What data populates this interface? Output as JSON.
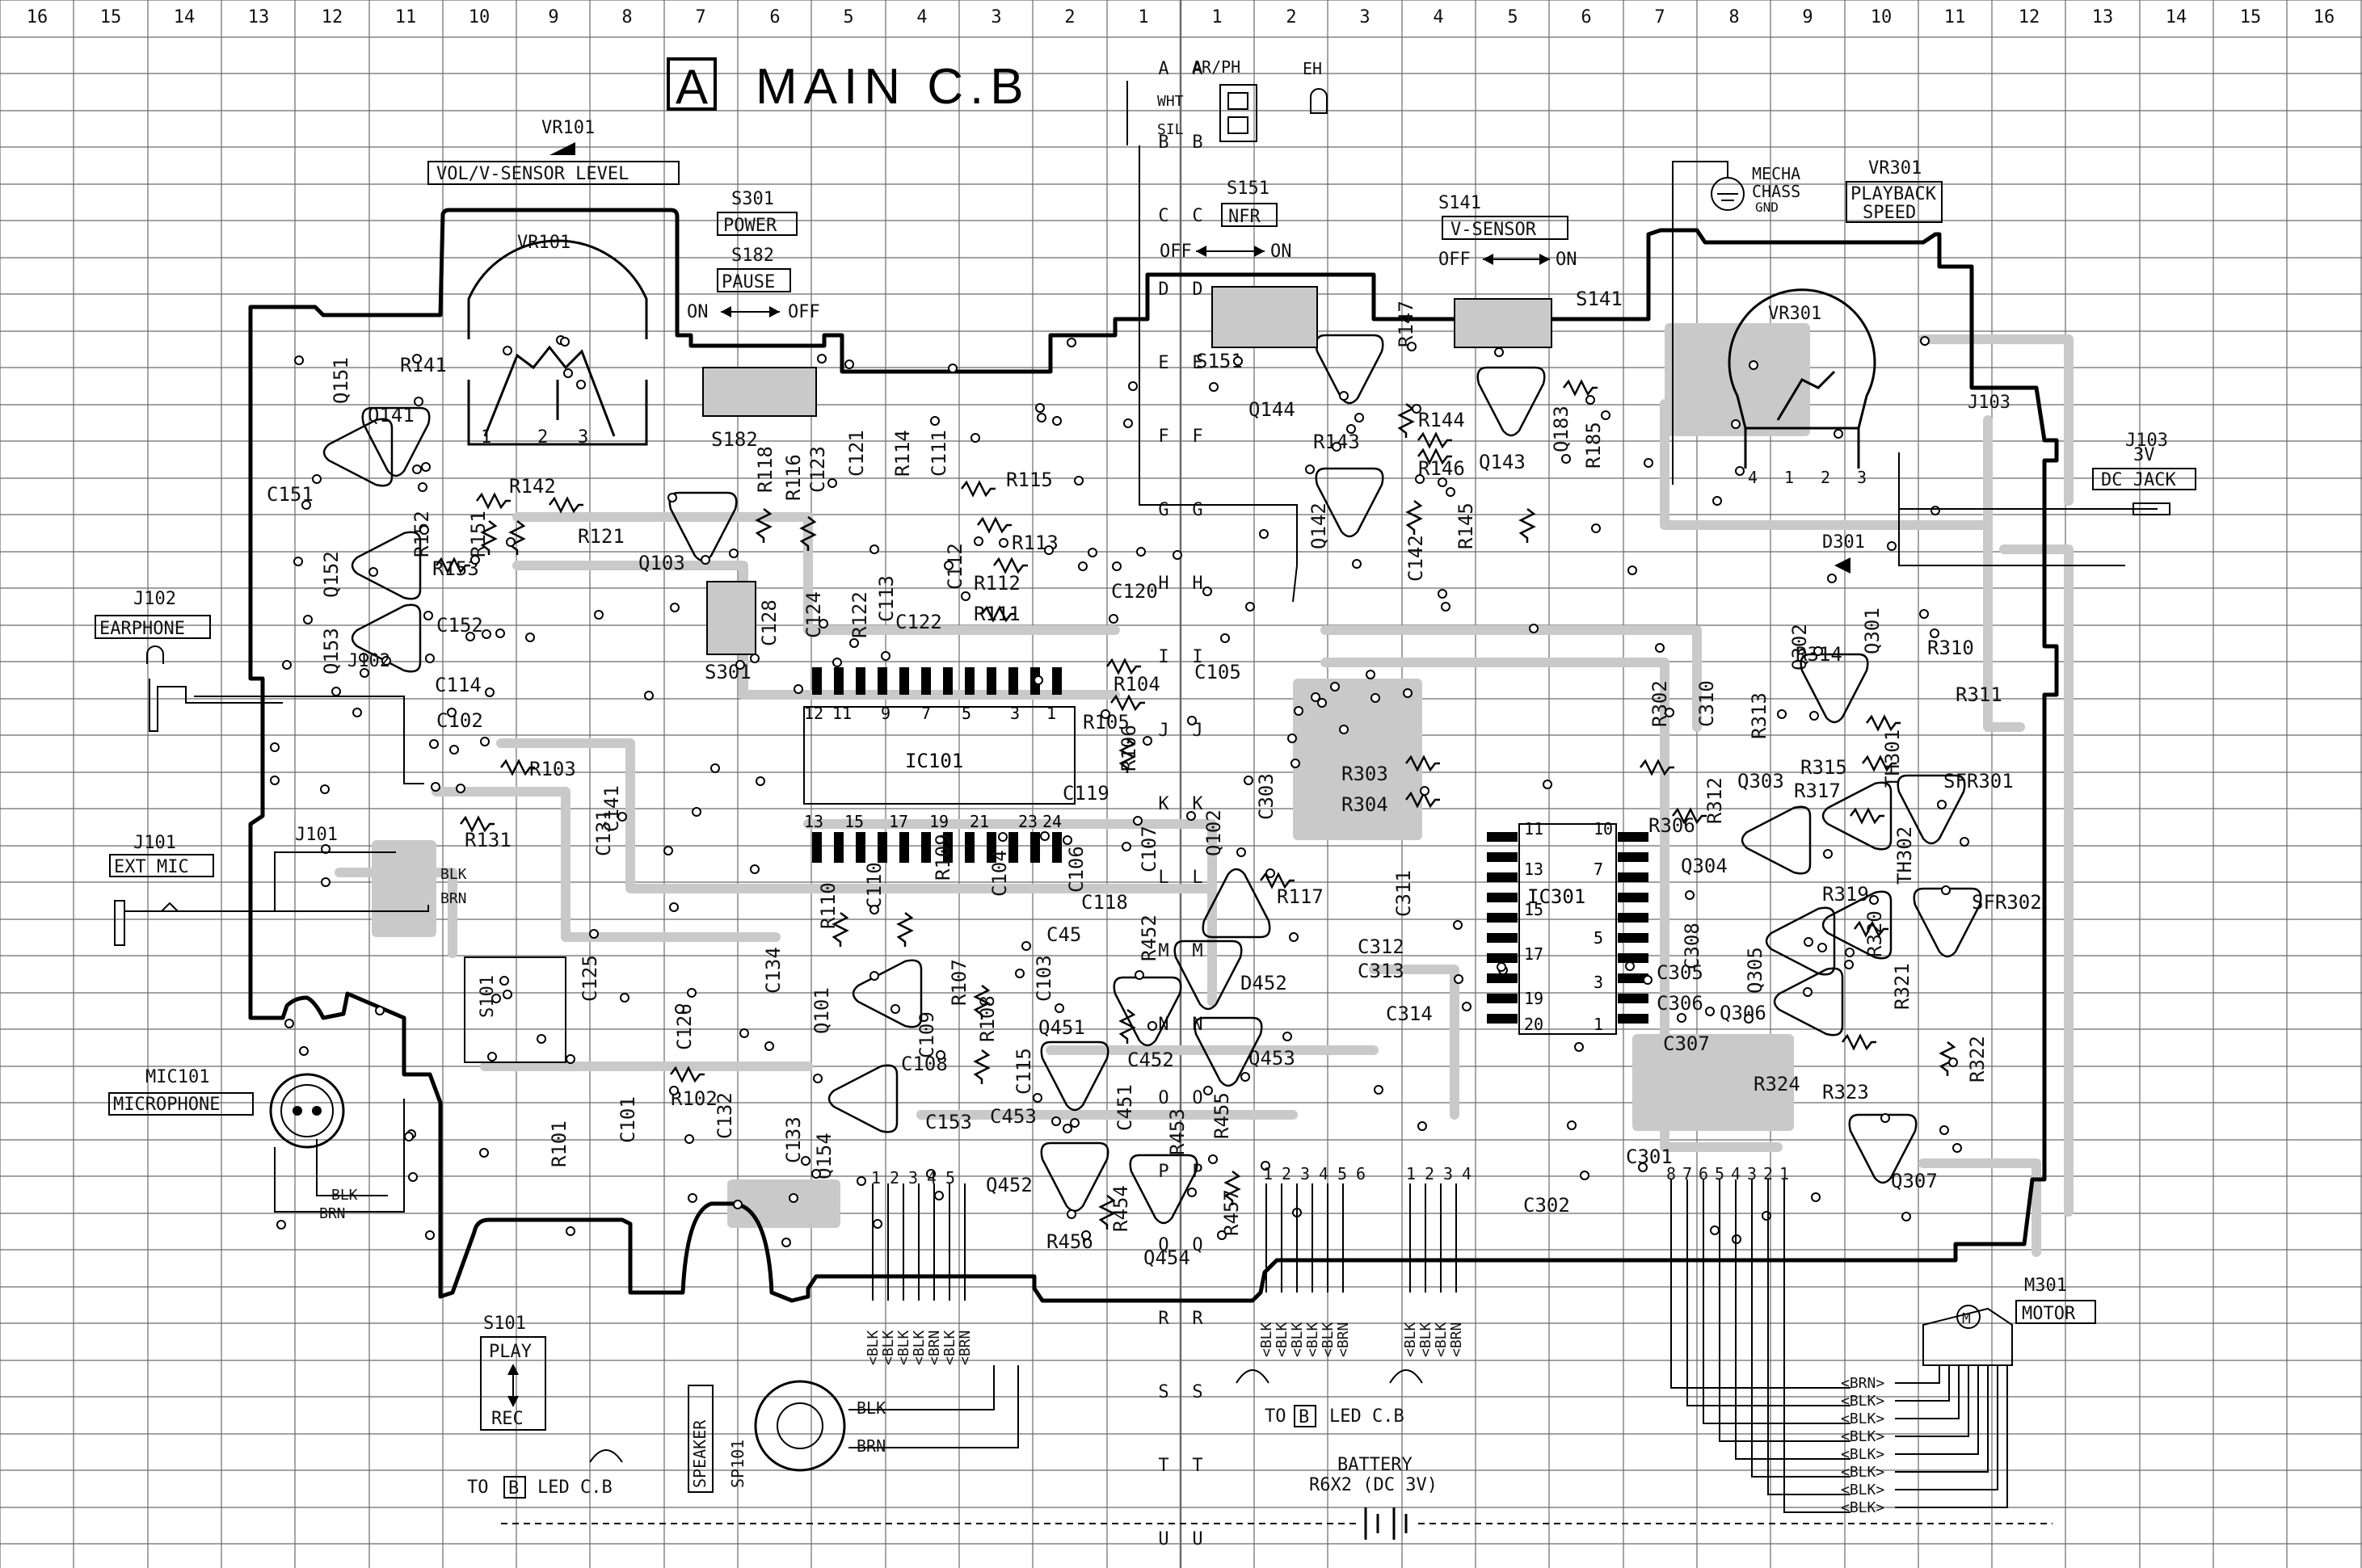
{
  "title": {
    "letter": "A",
    "text": "MAIN C.B"
  },
  "grid": {
    "col_labels": [
      "16",
      "15",
      "14",
      "13",
      "12",
      "11",
      "10",
      "9",
      "8",
      "7",
      "6",
      "5",
      "4",
      "3",
      "2",
      "1",
      "1",
      "2",
      "3",
      "4",
      "5",
      "6",
      "7",
      "8",
      "9",
      "10",
      "11",
      "12",
      "13",
      "14",
      "15",
      "16"
    ],
    "row_letters": [
      "A",
      "B",
      "C",
      "D",
      "E",
      "F",
      "G",
      "H",
      "I",
      "J",
      "K",
      "L",
      "M",
      "N",
      "O",
      "P",
      "Q",
      "R",
      "S",
      "T",
      "U"
    ]
  },
  "boxed_labels": {
    "vr101_name": "VR101",
    "vr101_func": "VOL/V-SENSOR LEVEL",
    "s301_name": "S301",
    "s301_func": "POWER",
    "s182_name": "S182",
    "s182_func": "PAUSE",
    "s182_on": "ON",
    "s182_off": "OFF",
    "s151_name": "S151",
    "s151_func": "NFR",
    "s151_off": "OFF",
    "s151_on": "ON",
    "s141_name": "S141",
    "s141_func": "V-SENSOR",
    "s141_off": "OFF",
    "s141_on": "ON",
    "vr301_name": "VR301",
    "vr301_func_1": "PLAYBACK",
    "vr301_func_2": "SPEED",
    "mecha_1": "MECHA",
    "mecha_2": "CHASS",
    "mecha_3": "GND",
    "j103_name": "J103",
    "j103_volt": "3V",
    "j103_func": "DC JACK",
    "j102_name": "J102",
    "j102_func": "EARPHONE",
    "j101_name": "J101",
    "j101_func": "EXT MIC",
    "mic101_name": "MIC101",
    "mic101_func": "MICROPHONE",
    "s101_name": "S101",
    "s101_play": "PLAY",
    "s101_rec": "REC",
    "speaker_func": "SPEAKER",
    "speaker_name": "SP101",
    "m301_name": "M301",
    "m301_func": "MOTOR",
    "m301_symbol": "M",
    "battery_1": "BATTERY",
    "battery_2": "R6X2 (DC 3V)",
    "ar_ph": "AR/PH",
    "eh": "EH",
    "to_led_left": "TO",
    "to_led_left_b": "B",
    "to_led_left_c": "LED C.B",
    "to_led_mid": "TO",
    "to_led_mid_b": "B",
    "to_led_mid_c": "LED C.B"
  },
  "components": [
    "VR101",
    "Q151",
    "Q141",
    "R141",
    "C151",
    "R142",
    "R152",
    "R151",
    "R121",
    "R153",
    "Q152",
    "Q153",
    "C152",
    "J102",
    "C114",
    "C102",
    "R103",
    "C141",
    "C131",
    "R131",
    "J101",
    "S101",
    "C125",
    "C126",
    "C101",
    "R101",
    "R102",
    "C132",
    "C133",
    "Q154",
    "Q103",
    "R118",
    "R116",
    "C123",
    "C121",
    "R114",
    "C111",
    "R115",
    "C128",
    "R122",
    "C113",
    "C112",
    "R113",
    "R112",
    "C122",
    "R111",
    "C120",
    "C124",
    "S301",
    "S182",
    "IC101",
    "C105",
    "R104",
    "R105",
    "C119",
    "C106",
    "C107",
    "R106",
    "C303",
    "Q102",
    "C118",
    "R117",
    "R110",
    "C110",
    "R109",
    "C104",
    "C134",
    "Q101",
    "C109",
    "R108",
    "R107",
    "C103",
    "C115",
    "C108",
    "C153",
    "C453",
    "Q451",
    "C45",
    "R452",
    "C452",
    "D452",
    "Q453",
    "R455",
    "R457",
    "R454",
    "R456",
    "Q454",
    "Q452",
    "R453",
    "C451",
    "S151",
    "Q144",
    "R147",
    "R143",
    "R144",
    "R146",
    "Q143",
    "Q142",
    "C142",
    "R145",
    "Q183",
    "R185",
    "S141",
    "R303",
    "R304",
    "C311",
    "IC301",
    "C312",
    "C313",
    "C314",
    "R302",
    "C310",
    "R312",
    "R313",
    "Q303",
    "R306",
    "Q304",
    "C308",
    "Q305",
    "C305",
    "C306",
    "C307",
    "Q306",
    "C301",
    "C302",
    "Q302",
    "R314",
    "Q301",
    "R310",
    "R311",
    "TH301",
    "R315",
    "R317",
    "SFR301",
    "TH302",
    "R319",
    "R320",
    "R321",
    "SFR302",
    "R322",
    "R323",
    "R324",
    "Q307",
    "VR301",
    "J103",
    "D301"
  ],
  "wire_labels": [
    "WHT",
    "SIL",
    "SIL",
    "WHT",
    "BLK",
    "BRN",
    "BLK",
    "BRN"
  ],
  "plug_wires_left": [
    "BLK",
    "BLK",
    "BLK",
    "BLK",
    "BRN",
    "BLK",
    "BRN"
  ],
  "plug_wires_mid_a": [
    "BLK",
    "BLK",
    "BLK",
    "BLK",
    "BLK",
    "BRN"
  ],
  "plug_wires_mid_b": [
    "BLK",
    "BLK",
    "BLK",
    "BRN"
  ],
  "speaker_wires": [
    "BLK",
    "BRN"
  ],
  "motor_wires": [
    "BRN",
    "BLK",
    "BLK",
    "BLK",
    "BLK",
    "BLK",
    "BLK",
    "BLK"
  ],
  "ic101_pins_top": [
    "12",
    "11",
    "9",
    "7",
    "5",
    "3",
    "1"
  ],
  "ic101_pins_bottom": [
    "13",
    "15",
    "17",
    "19",
    "21",
    "23",
    "24"
  ],
  "ic301_pins_left": [
    "11",
    "13",
    "15",
    "17",
    "19",
    "20"
  ],
  "ic301_pins_right": [
    "10",
    "7",
    "5",
    "3",
    "1"
  ],
  "conn_pins_left": [
    "1",
    "2",
    "3",
    "4",
    "5"
  ],
  "conn_pins_mid_a": [
    "1",
    "2",
    "3",
    "4",
    "5",
    "6"
  ],
  "conn_pins_mid_b": [
    "1",
    "2",
    "3",
    "4"
  ],
  "conn_pins_motor": [
    "8",
    "7",
    "6",
    "5",
    "4",
    "3",
    "2",
    "1"
  ],
  "vr_pins": [
    "1",
    "2",
    "3"
  ],
  "vr301_pins": [
    "4",
    "1",
    "2",
    "3"
  ],
  "colors": {
    "ink": "#111111",
    "grid": "#666666",
    "trace": "#c8c8c8"
  }
}
